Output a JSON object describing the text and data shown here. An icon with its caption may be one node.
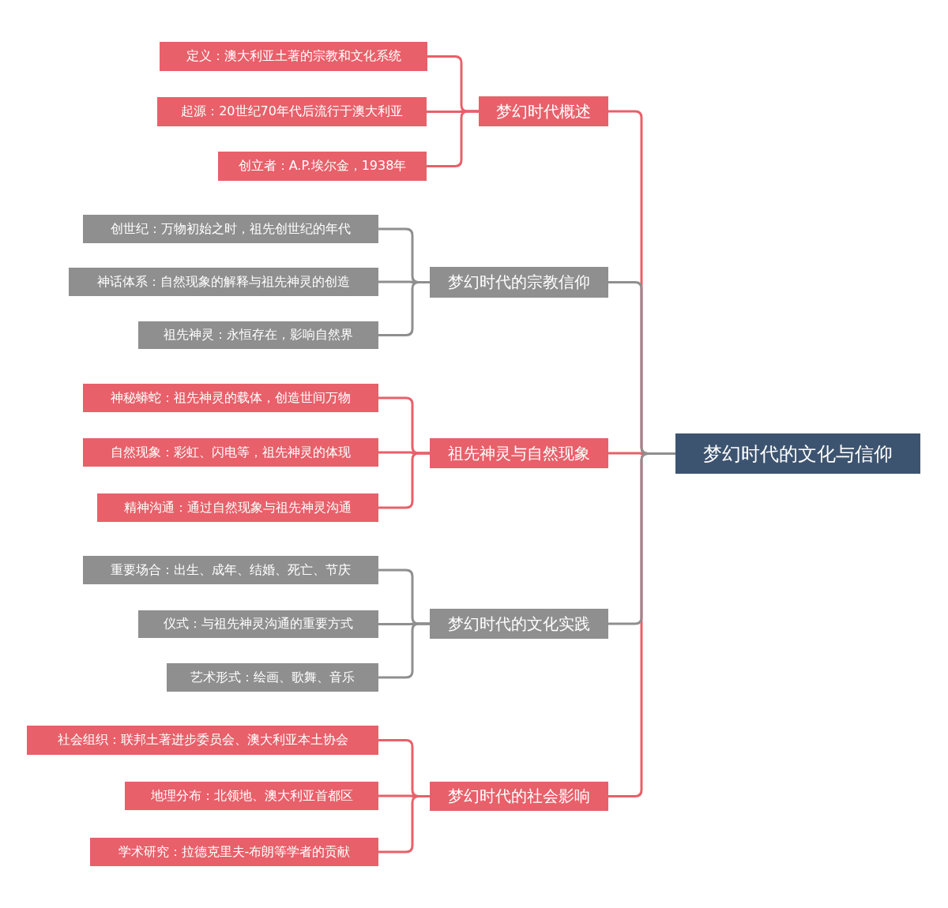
{
  "diagram": {
    "nodes": [
      {
        "text": [
          "梦幻时代的文化与信仰"
        ]
      },
      {
        "text": [
          "梦幻时代概述"
        ]
      },
      {
        "text": [
          "定义：澳大利亚土著的宗教和文化系统"
        ]
      },
      {
        "text": [
          "起源：20世纪70年代后流行于澳大利亚"
        ]
      },
      {
        "text": [
          "创立者：A.P.埃尔金，1938年"
        ]
      },
      {
        "text": [
          "梦幻时代的宗教信仰"
        ]
      },
      {
        "text": [
          "创世纪：万物初始之时，祖先创世纪的年代"
        ]
      },
      {
        "text": [
          "神话体系：自然现象的解释与祖先神灵的创造"
        ]
      },
      {
        "text": [
          "祖先神灵：永恒存在，影响自然界"
        ]
      },
      {
        "text": [
          "祖先神灵与自然现象"
        ]
      },
      {
        "text": [
          "神秘蟒蛇：祖先神灵的载体，创造世间万物"
        ]
      },
      {
        "text": [
          "自然现象：彩虹、闪电等，祖先神灵的体现"
        ]
      },
      {
        "text": [
          "精神沟通：通过自然现象与祖先神灵沟通"
        ]
      },
      {
        "text": [
          "梦幻时代的文化实践"
        ]
      },
      {
        "text": [
          "重要场合：出生、成年、结婚、死亡、节庆"
        ]
      },
      {
        "text": [
          "仪式：与祖先神灵沟通的重要方式"
        ]
      },
      {
        "text": [
          "艺术形式：绘画、歌舞、音乐"
        ]
      },
      {
        "text": [
          "梦幻时代的社会影响"
        ]
      },
      {
        "text": [
          "社会组织：联邦土著进步委员会、澳大利亚本土协会"
        ]
      },
      {
        "text": [
          "地理分布：北领地、澳大利亚首都区"
        ]
      },
      {
        "text": [
          "学术研究：拉德克里夫-布朗等学者的贡献"
        ]
      }
    ],
    "edges": [
      {
        "from": 0,
        "to": 1,
        "arrow": "none"
      },
      {
        "from": 0,
        "to": 5,
        "arrow": "none",
        "color": "#8f8f8f"
      },
      {
        "from": 0,
        "to": 9,
        "arrow": "none"
      },
      {
        "from": 0,
        "to": 13,
        "arrow": "none",
        "color": "#8f8f8f"
      },
      {
        "from": 0,
        "to": 17,
        "arrow": "none"
      },
      {
        "from": 1,
        "to": 2,
        "arrow": "none"
      },
      {
        "from": 1,
        "to": 3,
        "arrow": "none"
      },
      {
        "from": 1,
        "to": 4,
        "arrow": "none"
      },
      {
        "from": 5,
        "to": 6,
        "arrow": "none",
        "color": "#8f8f8f"
      },
      {
        "from": 5,
        "to": 7,
        "arrow": "none",
        "color": "#8f8f8f"
      },
      {
        "from": 5,
        "to": 8,
        "arrow": "none",
        "color": "#8f8f8f"
      },
      {
        "from": 9,
        "to": 10,
        "arrow": "none"
      },
      {
        "from": 9,
        "to": 11,
        "arrow": "none"
      },
      {
        "from": 9,
        "to": 12,
        "arrow": "none"
      },
      {
        "from": 13,
        "to": 14,
        "arrow": "none",
        "color": "#8f8f8f"
      },
      {
        "from": 13,
        "to": 15,
        "arrow": "none",
        "color": "#8f8f8f"
      },
      {
        "from": 13,
        "to": 16,
        "arrow": "none",
        "color": "#8f8f8f"
      },
      {
        "from": 17,
        "to": 18,
        "arrow": "none"
      },
      {
        "from": 17,
        "to": 19,
        "arrow": "none"
      },
      {
        "from": 17,
        "to": 20,
        "arrow": "none"
      }
    ]
  }
}
